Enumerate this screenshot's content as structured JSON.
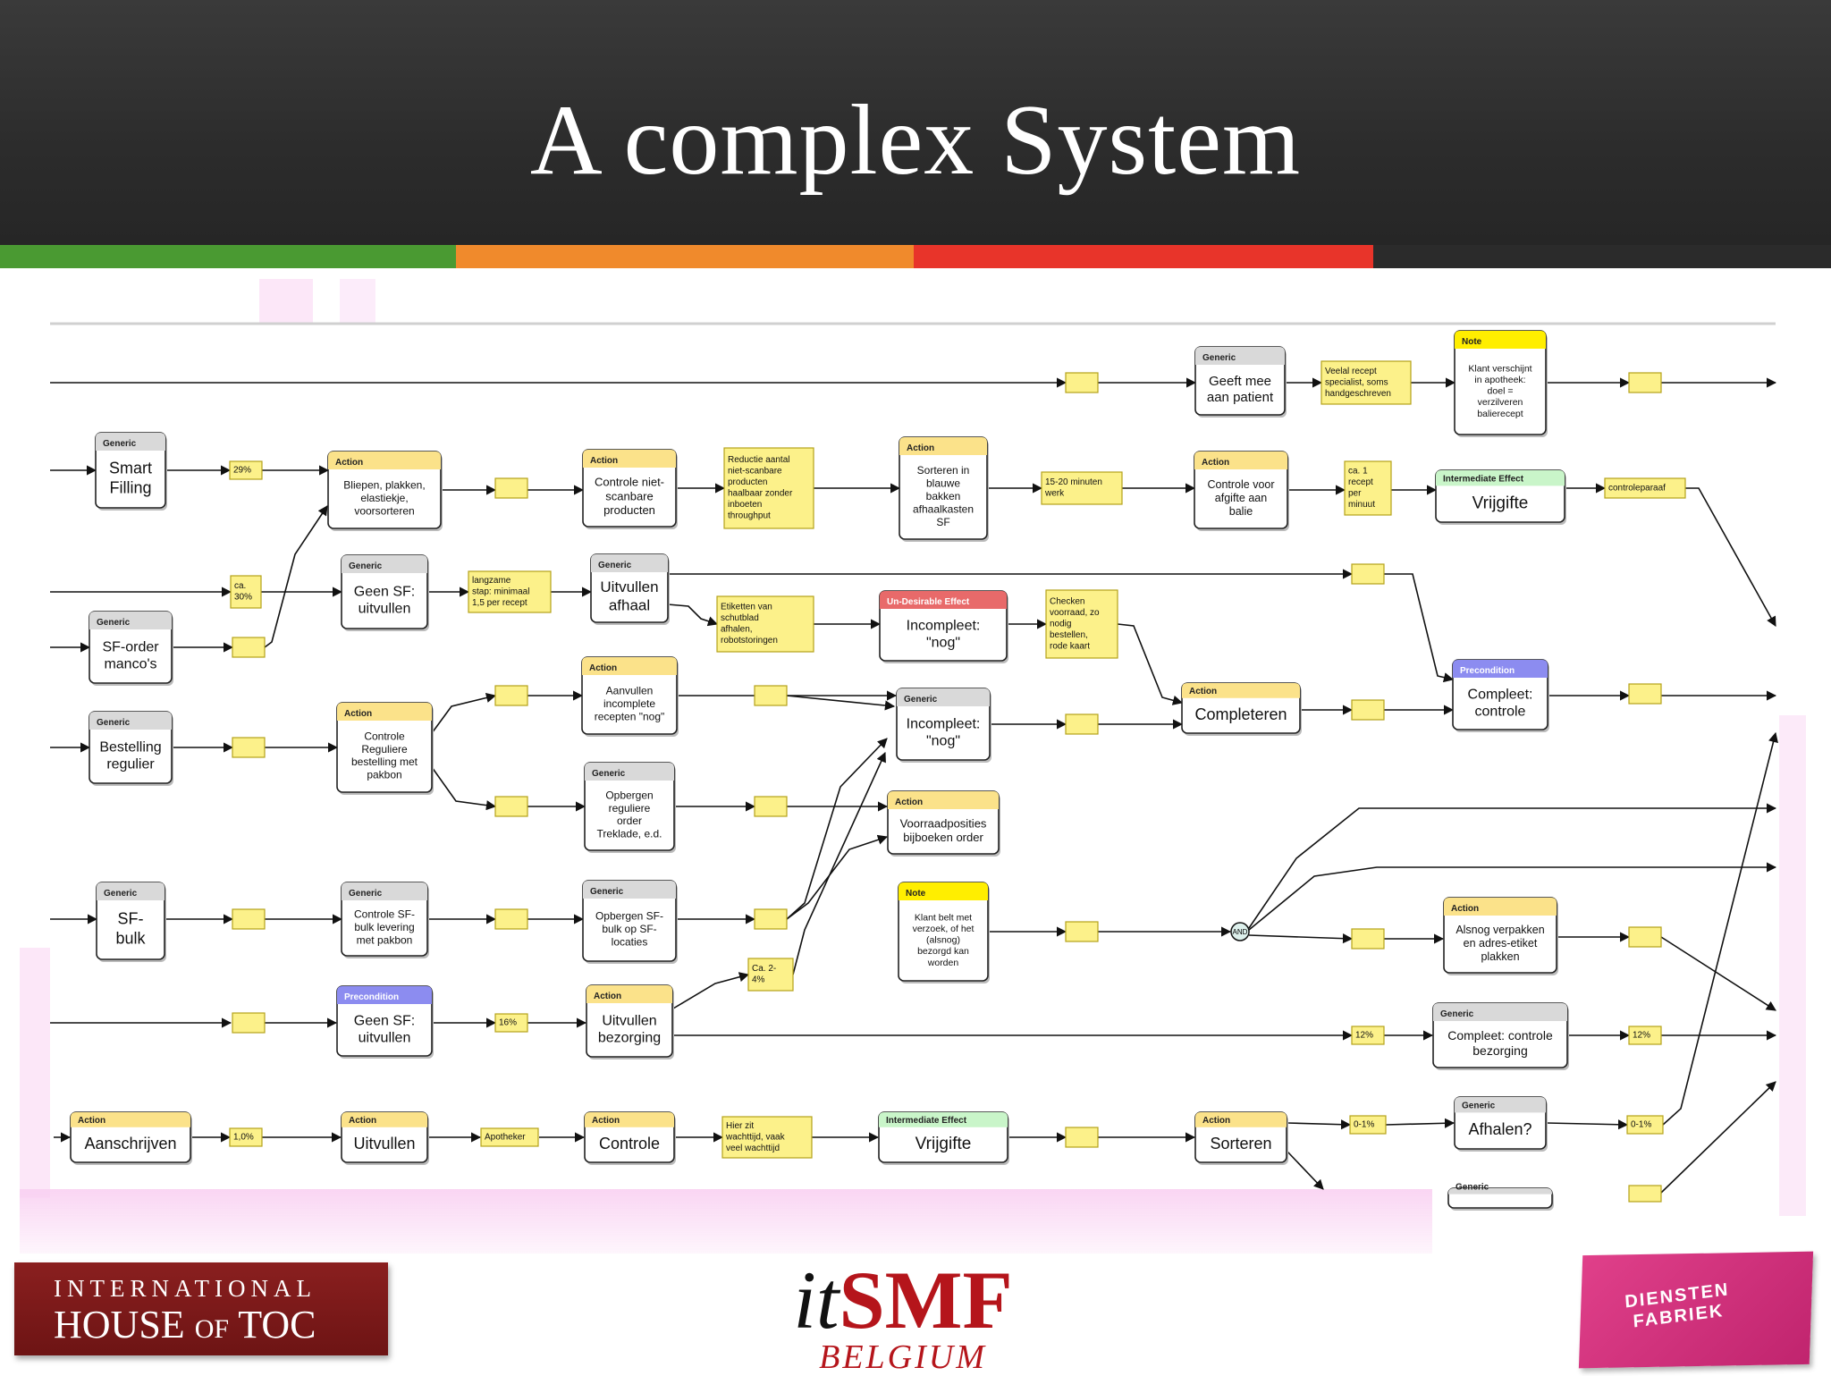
{
  "slide": {
    "title": "A complex System",
    "stripe_colors": [
      "#4a9a32",
      "#f08a2c",
      "#e8342a",
      "#2b2b2b"
    ]
  },
  "diagram": {
    "nodes": [
      {
        "id": "n1",
        "type": "Generic",
        "label": "Geeft mee\naan patient"
      },
      {
        "id": "n2",
        "type": "Note",
        "label": "Klant verschijnt\nin apotheek:\ndoel =\nverzilveren\nbalierecept"
      },
      {
        "id": "n3",
        "type": "Generic",
        "label": "Smart\nFilling"
      },
      {
        "id": "n4",
        "type": "Action",
        "label": "Bliepen, plakken,\nelastiekje,\nvoorsorteren"
      },
      {
        "id": "n5",
        "type": "Action",
        "label": "Controle niet-\nscanbare\nproducten"
      },
      {
        "id": "n6",
        "type": "Action",
        "label": "Sorteren in\nblauwe\nbakken\nafhaalkasten\nSF"
      },
      {
        "id": "n7",
        "type": "Action",
        "label": "Controle voor\nafgifte aan\nbalie"
      },
      {
        "id": "n8",
        "type": "Intermediate Effect",
        "label": "Vrijgifte"
      },
      {
        "id": "n9",
        "type": "Generic",
        "label": "Geen SF:\nuitvullen"
      },
      {
        "id": "n10",
        "type": "Generic",
        "label": "Uitvullen\nafhaal"
      },
      {
        "id": "n11",
        "type": "Generic",
        "label": "SF-order\nmanco's"
      },
      {
        "id": "n12",
        "type": "Un-Desirable Effect",
        "label": "Incompleet:\n\"nog\""
      },
      {
        "id": "n13",
        "type": "Precondition",
        "label": "Compleet:\ncontrole"
      },
      {
        "id": "n14",
        "type": "Action",
        "label": "Aanvullen\nincomplete\nrecepten \"nog\""
      },
      {
        "id": "n15",
        "type": "Generic",
        "label": "Incompleet:\n\"nog\""
      },
      {
        "id": "n16",
        "type": "Action",
        "label": "Completeren"
      },
      {
        "id": "n17",
        "type": "Generic",
        "label": "Bestelling\nregulier"
      },
      {
        "id": "n18",
        "type": "Action",
        "label": "Controle\nReguliere\nbestelling met\npakbon"
      },
      {
        "id": "n19",
        "type": "Generic",
        "label": "Opbergen\nreguliere\norder\nTreklade, e.d."
      },
      {
        "id": "n20",
        "type": "Action",
        "label": "Voorraadposities\nbijboeken order"
      },
      {
        "id": "n21",
        "type": "Generic",
        "label": "SF-\nbulk"
      },
      {
        "id": "n22",
        "type": "Generic",
        "label": "Controle SF-\nbulk levering\nmet pakbon"
      },
      {
        "id": "n23",
        "type": "Generic",
        "label": "Opbergen SF-\nbulk op SF-\nlocaties"
      },
      {
        "id": "n24",
        "type": "Note",
        "label": "Klant belt met\nverzoek, of het\n(alsnog)\nbezorgd kan\nworden"
      },
      {
        "id": "n25",
        "type": "Action",
        "label": "Alsnog verpakken\nen adres-etiket\nplakken"
      },
      {
        "id": "n26",
        "type": "Precondition",
        "label": "Geen SF:\nuitvullen"
      },
      {
        "id": "n27",
        "type": "Action",
        "label": "Uitvullen\nbezorging"
      },
      {
        "id": "n28",
        "type": "Generic",
        "label": "Compleet: controle\nbezorging"
      },
      {
        "id": "n29",
        "type": "Action",
        "label": "Aanschrijven"
      },
      {
        "id": "n30",
        "type": "Action",
        "label": "Uitvullen"
      },
      {
        "id": "n31",
        "type": "Action",
        "label": "Controle"
      },
      {
        "id": "n32",
        "type": "Intermediate Effect",
        "label": "Vrijgifte"
      },
      {
        "id": "n33",
        "type": "Action",
        "label": "Sorteren"
      },
      {
        "id": "n34",
        "type": "Generic",
        "label": "Afhalen?"
      },
      {
        "id": "n35",
        "type": "Generic",
        "label": ""
      }
    ],
    "notes": [
      {
        "id": "t1",
        "label": ""
      },
      {
        "id": "t2",
        "label": "Veelal recept\nspecialist, soms\nhandgeschreven"
      },
      {
        "id": "t3",
        "label": ""
      },
      {
        "id": "t4",
        "label": "29%"
      },
      {
        "id": "t5",
        "label": ""
      },
      {
        "id": "t6",
        "label": "Reductie aantal\nniet-scanbare\nproducten\nhaalbaar zonder\ninboeten\nthroughput"
      },
      {
        "id": "t7",
        "label": "15-20 minuten\nwerk"
      },
      {
        "id": "t8",
        "label": "ca. 1\nrecept\nper\nminuut"
      },
      {
        "id": "t9",
        "label": "controleparaaf"
      },
      {
        "id": "t10",
        "label": "ca.\n30%"
      },
      {
        "id": "t11",
        "label": "langzame\nstap: minimaal\n1,5 per recept"
      },
      {
        "id": "t12",
        "label": ""
      },
      {
        "id": "t13",
        "label": ""
      },
      {
        "id": "t14",
        "label": "Etiketten van\nschutblad\nafhalen,\nrobotstoringen"
      },
      {
        "id": "t15",
        "label": "Checken\nvoorraad, zo\nnodig\nbestellen,\nrode kaart"
      },
      {
        "id": "t16",
        "label": ""
      },
      {
        "id": "t17",
        "label": ""
      },
      {
        "id": "t18",
        "label": ""
      },
      {
        "id": "t19",
        "label": ""
      },
      {
        "id": "t20",
        "label": ""
      },
      {
        "id": "t21",
        "label": ""
      },
      {
        "id": "t22",
        "label": ""
      },
      {
        "id": "t23",
        "label": ""
      },
      {
        "id": "t24",
        "label": ""
      },
      {
        "id": "t25",
        "label": ""
      },
      {
        "id": "t26",
        "label": ""
      },
      {
        "id": "t27",
        "label": "Ca. 2-\n4%"
      },
      {
        "id": "t28",
        "label": ""
      },
      {
        "id": "t29",
        "label": ""
      },
      {
        "id": "t30",
        "label": ""
      },
      {
        "id": "t31",
        "label": ""
      },
      {
        "id": "t32",
        "label": "16%"
      },
      {
        "id": "t33",
        "label": "12%"
      },
      {
        "id": "t34",
        "label": "12%"
      },
      {
        "id": "t35",
        "label": "1,0%"
      },
      {
        "id": "t36",
        "label": "Apotheker"
      },
      {
        "id": "t37",
        "label": "Hier zit\nwachttijd, vaak\nveel wachttijd"
      },
      {
        "id": "t38",
        "label": ""
      },
      {
        "id": "t39",
        "label": "0-1%"
      },
      {
        "id": "t40",
        "label": "0-1%"
      },
      {
        "id": "t41",
        "label": ""
      }
    ],
    "and_label": "AND",
    "colors": {
      "Generic": "#d9d9d9",
      "Action": "#fbe28a",
      "Note": "#ffee00",
      "Intermediate Effect": "#c9f5c9",
      "Un-Desirable Effect": "#e86a6a",
      "Precondition": "#8c8cf0",
      "note_fill": "#fcf18a",
      "note_stroke": "#b4a21a"
    }
  },
  "footer": {
    "toc_line1": "INTERNATIONAL",
    "toc_line2_a": "HOUSE",
    "toc_line2_of": "OF",
    "toc_line2_b": "TOC",
    "itsmf_it": "it",
    "itsmf_smf": "SMF",
    "itsmf_country": "BELGIUM",
    "book_title": "DIENSTEN\nFABRIEK"
  }
}
